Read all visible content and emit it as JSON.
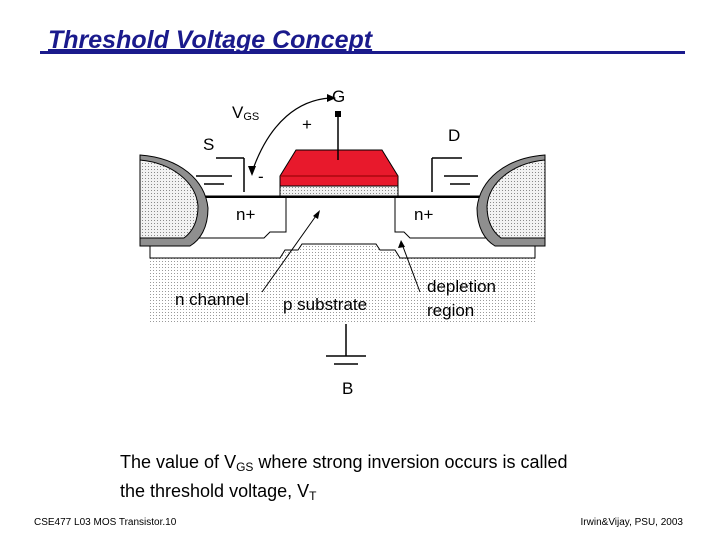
{
  "slide": {
    "title": "Threshold Voltage Concept",
    "footer_left": "CSE477  L03 MOS Transistor.10",
    "footer_right": "Irwin&Vijay, PSU, 2003"
  },
  "diagram": {
    "labels": {
      "gate": "G",
      "source": "S",
      "drain": "D",
      "body": "B",
      "vgs_main": "V",
      "vgs_sub": "GS",
      "plus": "+",
      "minus": "-",
      "n_plus_left": "n+",
      "n_plus_right": "n+",
      "n_channel": "n channel",
      "p_substrate": "p substrate",
      "depletion_1": "depletion",
      "depletion_2": "region"
    },
    "colors": {
      "gate": "#e8192c",
      "oxide": "#999999",
      "contact": "#c0c0c0",
      "substrate_dots": "#9a9a9a"
    }
  },
  "caption": {
    "text_1": "The value of V",
    "sub_1": "GS",
    "text_2": " where strong inversion occurs is called",
    "text_3": "the threshold voltage, V",
    "sub_2": "T"
  }
}
